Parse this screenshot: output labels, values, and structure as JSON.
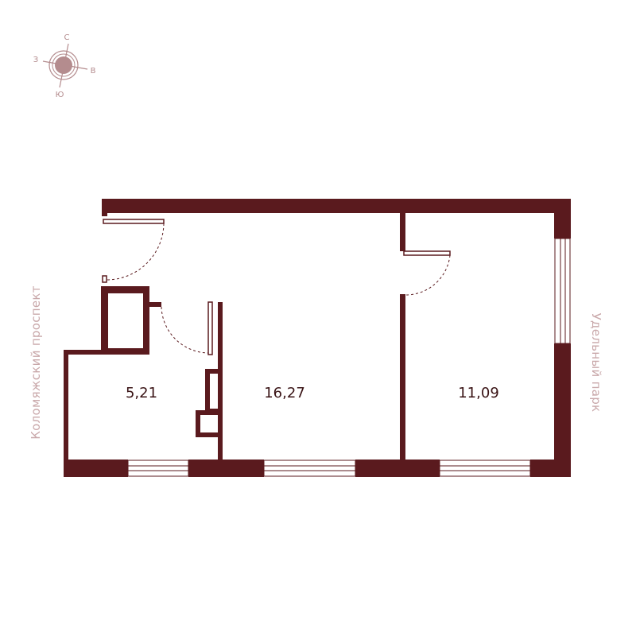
{
  "compass": {
    "north": "С",
    "south": "Ю",
    "west": "З",
    "east": "В"
  },
  "streets": {
    "left": "Коломяжский проспект",
    "right": "Удельный парк"
  },
  "rooms": [
    {
      "id": "bathroom",
      "area": "5,21"
    },
    {
      "id": "living-room",
      "area": "16,27"
    },
    {
      "id": "bedroom",
      "area": "11,09"
    }
  ],
  "colors": {
    "wall": "#5a1a1e",
    "compass": "#b48c8e",
    "street_label": "#c9a8aa",
    "area_text": "#3a1416"
  }
}
